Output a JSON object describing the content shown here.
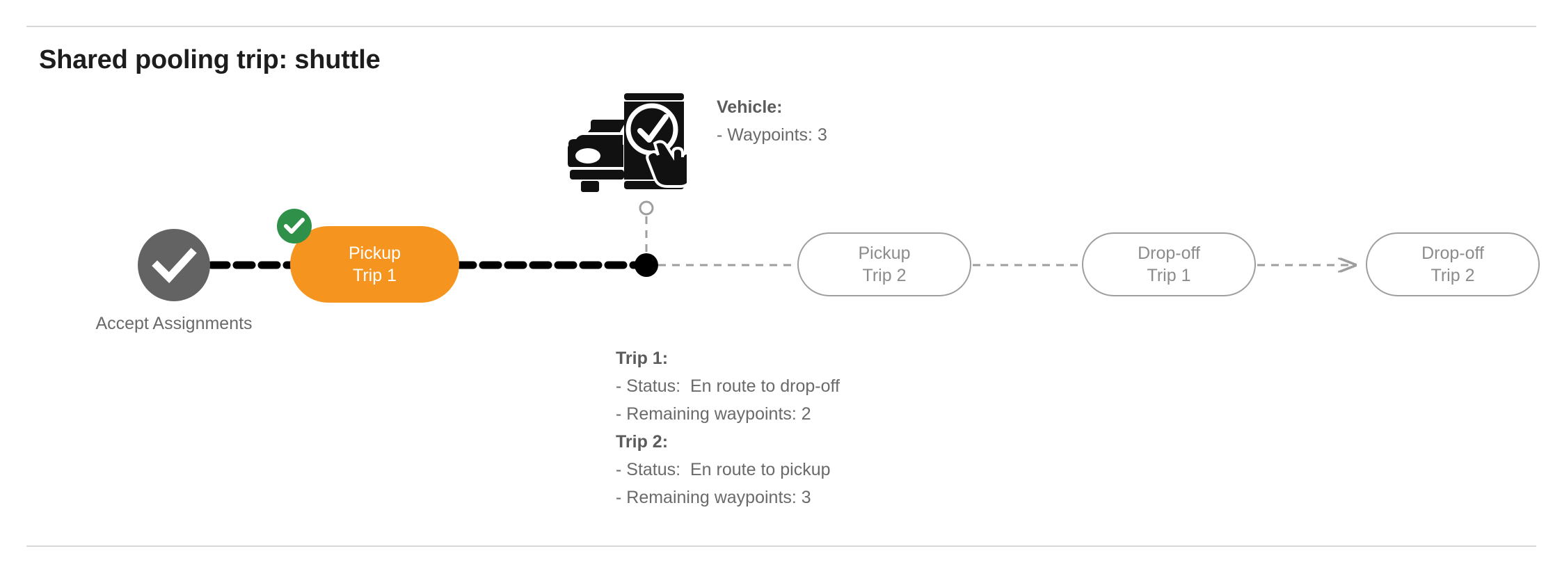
{
  "page": {
    "title": "Shared pooling trip: shuttle",
    "background": "#ffffff",
    "divider_color": "#d6d7d9"
  },
  "colors": {
    "active_pill": "#f5941e",
    "active_pill_text": "#ffffff",
    "pending_pill_border": "#9e9e9e",
    "pending_pill_text": "#8c8c8c",
    "completed_node": "#636363",
    "check_badge": "#2f9049",
    "completed_line": "#000000",
    "pending_line": "#9e9e9e",
    "body_text": "#6a6a6a"
  },
  "timeline": {
    "start_node": {
      "name": "accept-assignments",
      "label": "Accept\nAssignments",
      "state": "completed",
      "icon": "check-icon"
    },
    "nodes": [
      {
        "id": "pickup-trip-1",
        "line1": "Pickup",
        "line2": "Trip 1",
        "state": "completed",
        "badge": "check-badge"
      },
      {
        "id": "pickup-trip-2",
        "line1": "Pickup",
        "line2": "Trip 2",
        "state": "pending",
        "badge": null
      },
      {
        "id": "drop-off-trip-1",
        "line1": "Drop-off",
        "line2": "Trip 1",
        "state": "pending",
        "badge": null
      },
      {
        "id": "drop-off-trip-2",
        "line1": "Drop-off",
        "line2": "Trip 2",
        "state": "pending",
        "badge": null
      }
    ],
    "vehicle_marker": {
      "name": "vehicle-position-marker",
      "style": "solid-black-dot"
    }
  },
  "vehicle_callout": {
    "icon": "vehicle-app-checkmark-icon",
    "heading": "Vehicle",
    "heading_suffix": ":",
    "lines": [
      "- Waypoints: 3"
    ],
    "waypoints": 3
  },
  "trip_details": [
    {
      "heading": "Trip 1",
      "heading_suffix": ":",
      "status_label": "- Status:",
      "status_value": "En route to drop-off",
      "waypoints_line": "- Remaining waypoints: 2",
      "remaining_waypoints": 2
    },
    {
      "heading": "Trip 2",
      "heading_suffix": ":",
      "status_label": "- Status:",
      "status_value": "En route to pickup",
      "waypoints_line": "- Remaining waypoints: 3",
      "remaining_waypoints": 3
    }
  ]
}
